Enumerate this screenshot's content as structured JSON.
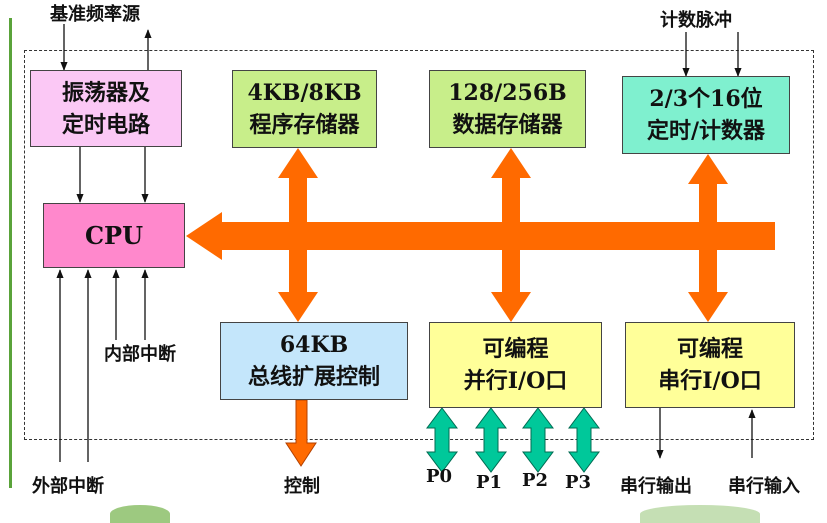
{
  "labels": {
    "clock_source": "基准频率源",
    "count_pulse": "计数脉冲",
    "internal_interrupt": "内部中断",
    "external_interrupt": "外部中断",
    "control": "控制",
    "serial_out": "串行输出",
    "serial_in": "串行输入",
    "ports": [
      "P0",
      "P1",
      "P2",
      "P3"
    ]
  },
  "boxes": {
    "oscillator": {
      "line1": "振荡器及",
      "line2": "定时电路",
      "color": "#fbc8f5"
    },
    "program_memory": {
      "line1": "4KB/8KB",
      "line2": "程序存储器",
      "color": "#c8ee8a"
    },
    "data_memory": {
      "line1": "128/256B",
      "line2": "数据存储器",
      "color": "#c8ee8a"
    },
    "timer": {
      "line1": "2/3个16位",
      "line2": "定时/计数器",
      "color": "#7ff0cf"
    },
    "cpu": {
      "line1": "CPU",
      "color": "#ff88cc"
    },
    "bus_control": {
      "line1": "64KB",
      "line2": "总线扩展控制",
      "color": "#c4e6fb"
    },
    "parallel_io": {
      "line1": "可编程",
      "line2": "并行I/O口",
      "color": "#ffff99"
    },
    "serial_io": {
      "line1": "可编程",
      "line2": "串行I/O口",
      "color": "#ffff99"
    }
  },
  "colors": {
    "bus": "#ff6a00",
    "port_arrows": "#00c89a",
    "frame_bar": "#5aa33a"
  }
}
